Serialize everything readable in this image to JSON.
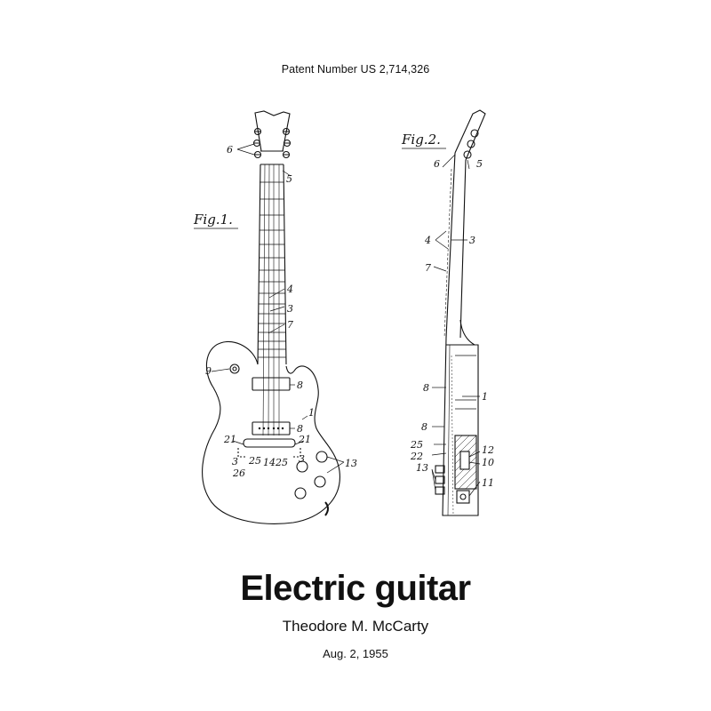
{
  "header": {
    "patent_number": "Patent Number US 2,714,326"
  },
  "drawing": {
    "fig1": {
      "label": "Fig.1.",
      "refs": {
        "r1": "1",
        "r3": "3",
        "r4": "4",
        "r5": "5",
        "r6": "6",
        "r7": "7",
        "r8a": "8",
        "r8b": "8",
        "r9": "9",
        "r13": "13",
        "r21a": "21",
        "r21b": "21",
        "r3a": "3",
        "r3b": "3",
        "r25a": "25",
        "r14": "14",
        "r25b": "25",
        "r26": "26"
      }
    },
    "fig2": {
      "label": "Fig.2.",
      "refs": {
        "r6": "6",
        "r5": "5",
        "r4": "4",
        "r3": "3",
        "r7": "7",
        "r8a": "8",
        "r1": "1",
        "r8b": "8",
        "r25": "25",
        "r22": "22",
        "r12": "12",
        "r10": "10",
        "r13": "13",
        "r11": "11"
      }
    }
  },
  "title": "Electric guitar",
  "inventor": "Theodore M. McCarty",
  "date": "Aug. 2, 1955"
}
